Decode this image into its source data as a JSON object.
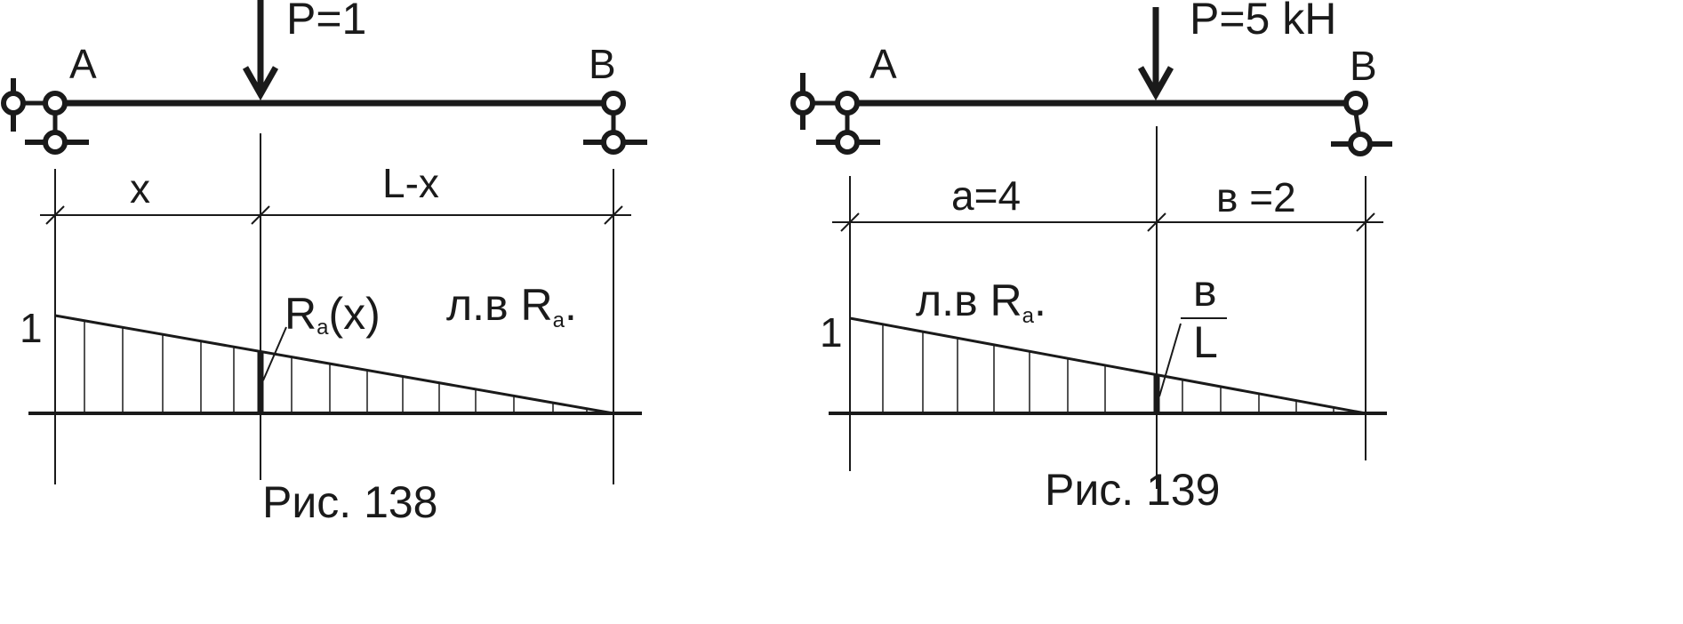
{
  "fig138": {
    "load_label": "P=1",
    "support_a": "A",
    "support_b": "B",
    "dim_left": "x",
    "dim_right": "L-x",
    "ordinate_one": "1",
    "influence_label": "л.в R",
    "influence_sub": "a",
    "influence_dot": ".",
    "ordinate_label": "R",
    "ordinate_sub": "a",
    "ordinate_arg": "(x)",
    "caption": "Рис. 138"
  },
  "fig139": {
    "load_label": "P=5 kH",
    "support_a": "A",
    "support_b": "B",
    "dim_left": "a=4",
    "dim_right": "в =2",
    "ordinate_one": "1",
    "influence_label": "л.в R",
    "influence_sub": "a",
    "influence_dot": ".",
    "fraction_num": "в",
    "fraction_den": "L",
    "caption": "Рис. 139"
  },
  "colors": {
    "ink": "#1a1a1a",
    "background": "#ffffff"
  }
}
